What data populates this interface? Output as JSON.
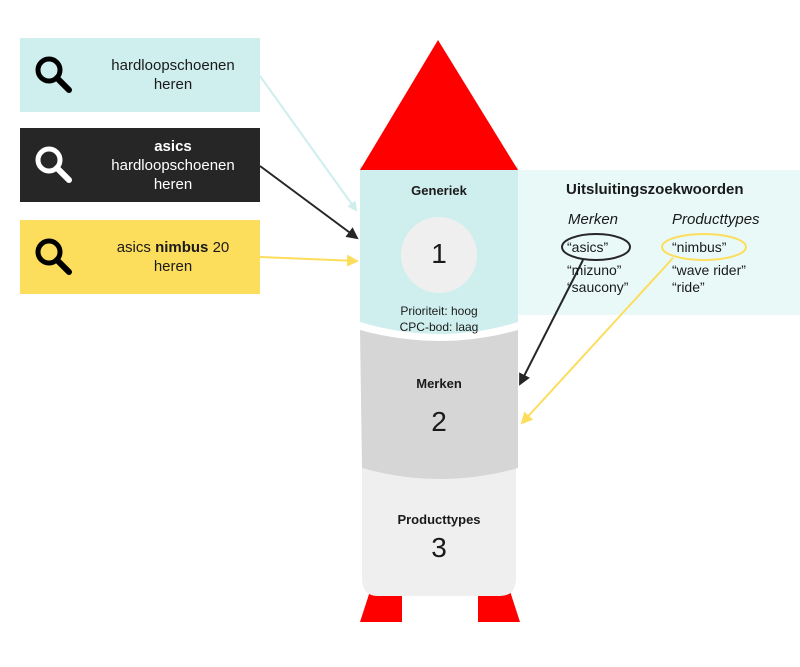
{
  "queries": [
    {
      "line1_bold": "",
      "line1": "hardloopschoenen",
      "line2": "heren",
      "bg": "#cfeeee"
    },
    {
      "line0_bold": "asics",
      "line1": "hardloopschoenen",
      "line2": "heren",
      "bg": "#262626"
    },
    {
      "bold_a": "asics ",
      "bold_b": "nimbus",
      "bold_c": " 20",
      "line2": "heren",
      "bg": "#fddd5c"
    }
  ],
  "rocket": {
    "segment1": {
      "title": "Generiek",
      "number": "1",
      "priority": "Prioriteit: hoog",
      "cpc": "CPC-bod: laag",
      "color": "#cfeeee"
    },
    "segment2": {
      "title": "Merken",
      "number": "2",
      "color": "#d6d6d6"
    },
    "segment3": {
      "title": "Producttypes",
      "number": "3",
      "color": "#efefef"
    },
    "nose_color": "#ff0000"
  },
  "exclusions": {
    "title": "Uitsluitingszoekwoorden",
    "brands_header": "Merken",
    "brands": [
      "“asics”",
      "“mizuno”",
      "“saucony”"
    ],
    "types_header": "Producttypes",
    "types": [
      "“nimbus”",
      "“wave rider”",
      "“ride”"
    ]
  },
  "colors": {
    "arrow_light": "#cfeeee",
    "arrow_dark": "#262626",
    "arrow_yellow": "#fddd5c"
  }
}
